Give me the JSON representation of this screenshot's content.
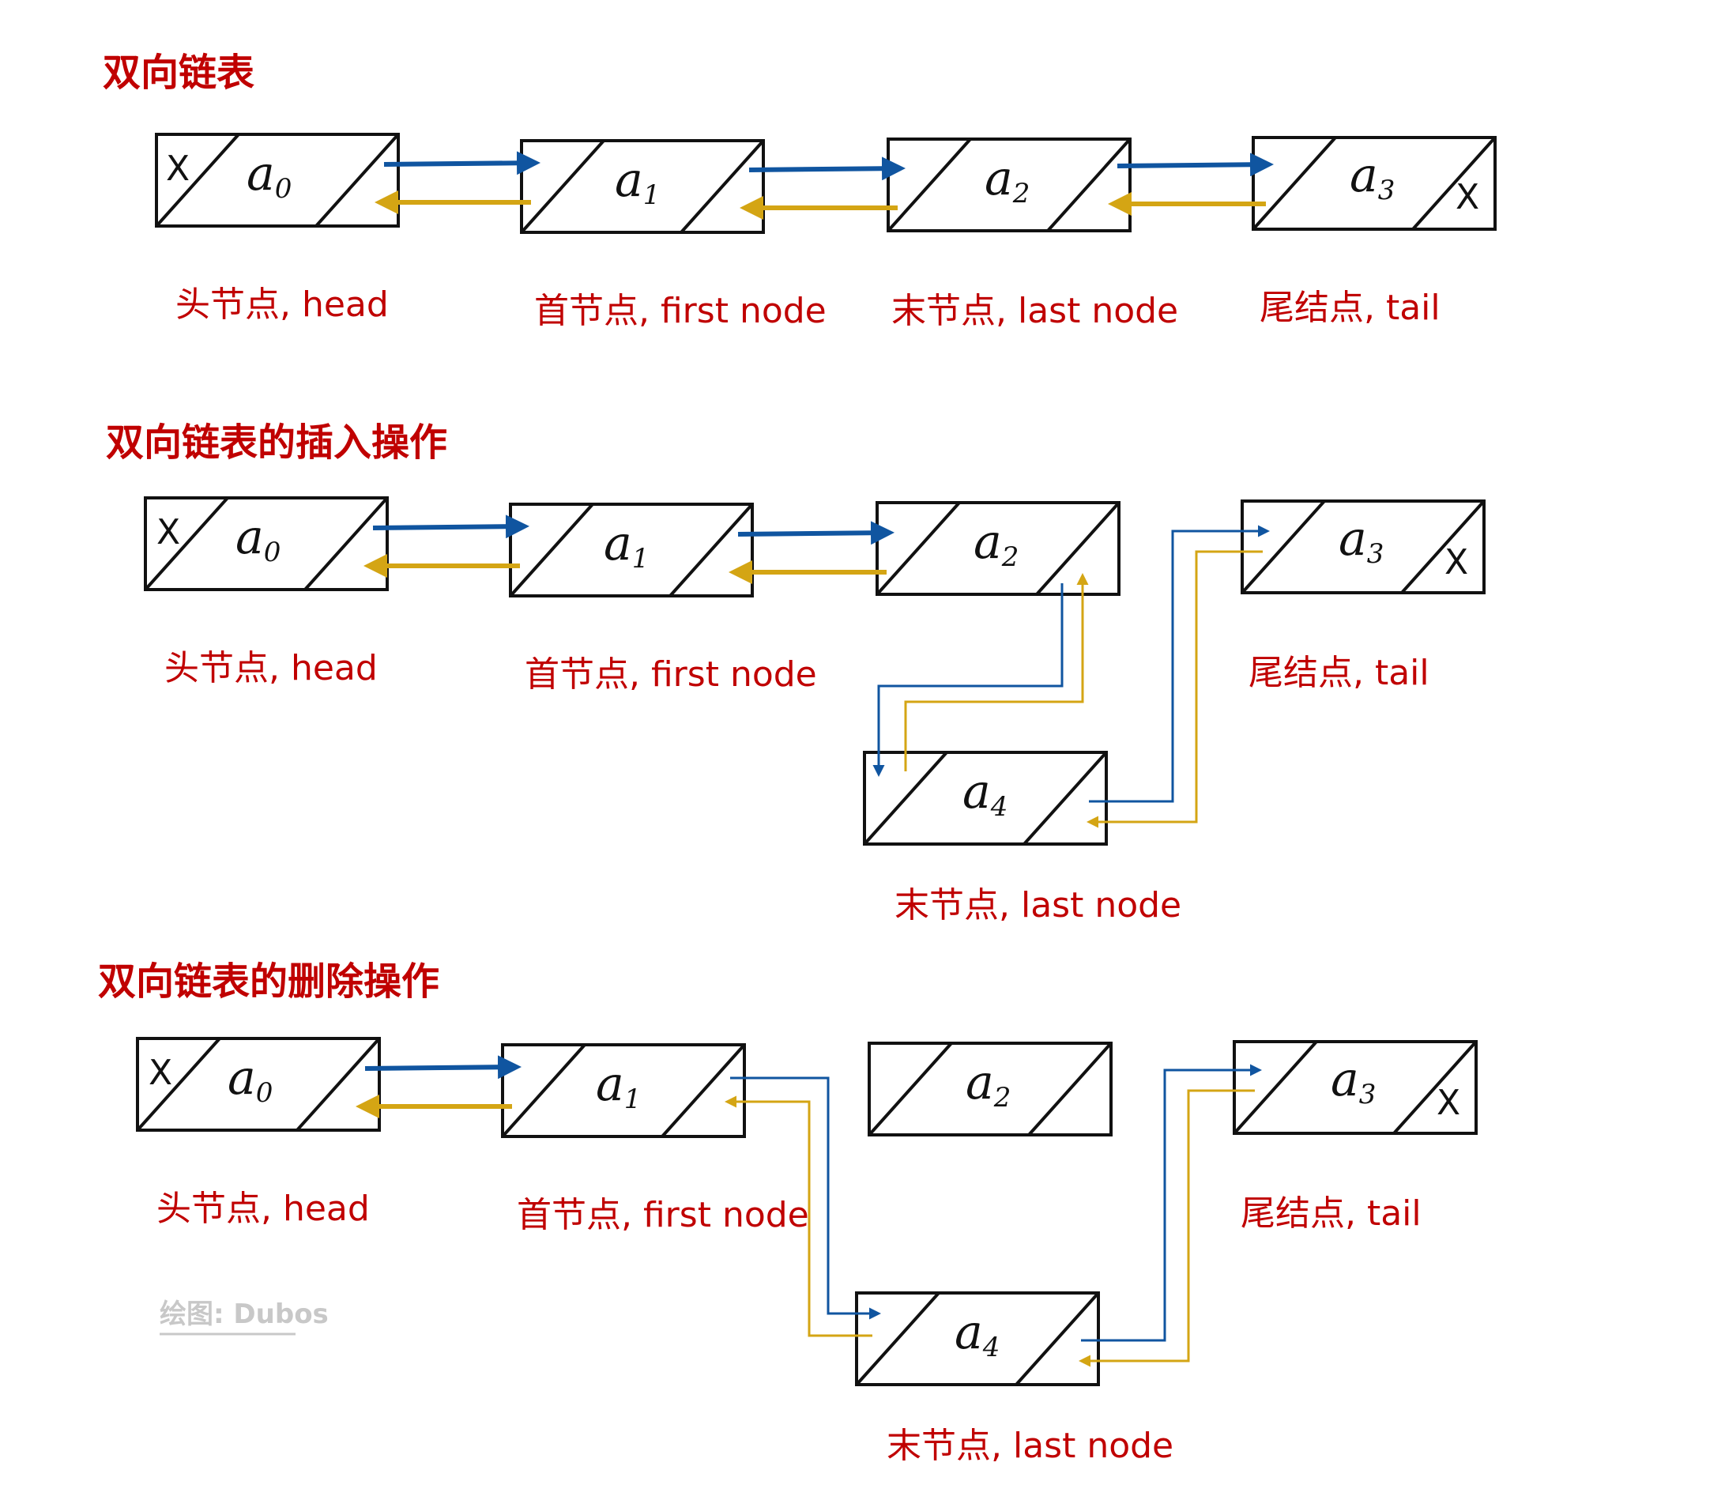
{
  "colors": {
    "title": "#c00000",
    "next_pointer": "#1055a0",
    "prev_pointer": "#d4a514",
    "credit": "#c8c8c8"
  },
  "sections": [
    {
      "title": "双向链表",
      "nodes": [
        {
          "id": "a0",
          "name": "a",
          "sub": "0",
          "null_mark": "left"
        },
        {
          "id": "a1",
          "name": "a",
          "sub": "1"
        },
        {
          "id": "a2",
          "name": "a",
          "sub": "2"
        },
        {
          "id": "a3",
          "name": "a",
          "sub": "3",
          "null_mark": "right"
        }
      ],
      "labels": [
        "头节点, head",
        "首节点, first node",
        "末节点, last node",
        "尾结点, tail"
      ]
    },
    {
      "title": "双向链表的插入操作",
      "nodes": [
        {
          "id": "a0",
          "name": "a",
          "sub": "0",
          "null_mark": "left"
        },
        {
          "id": "a1",
          "name": "a",
          "sub": "1"
        },
        {
          "id": "a2",
          "name": "a",
          "sub": "2"
        },
        {
          "id": "a3",
          "name": "a",
          "sub": "3",
          "null_mark": "right"
        },
        {
          "id": "a4",
          "name": "a",
          "sub": "4"
        }
      ],
      "labels": [
        "头节点, head",
        "首节点, first node",
        "尾结点, tail",
        "末节点, last node"
      ]
    },
    {
      "title": "双向链表的删除操作",
      "nodes": [
        {
          "id": "a0",
          "name": "a",
          "sub": "0",
          "null_mark": "left"
        },
        {
          "id": "a1",
          "name": "a",
          "sub": "1"
        },
        {
          "id": "a2",
          "name": "a",
          "sub": "2"
        },
        {
          "id": "a3",
          "name": "a",
          "sub": "3",
          "null_mark": "right"
        },
        {
          "id": "a4",
          "name": "a",
          "sub": "4"
        }
      ],
      "labels": [
        "头节点, head",
        "首节点, first node",
        "尾结点, tail",
        "末节点, last node"
      ]
    }
  ],
  "null_symbol": "X",
  "credit": "绘图: Dubos"
}
